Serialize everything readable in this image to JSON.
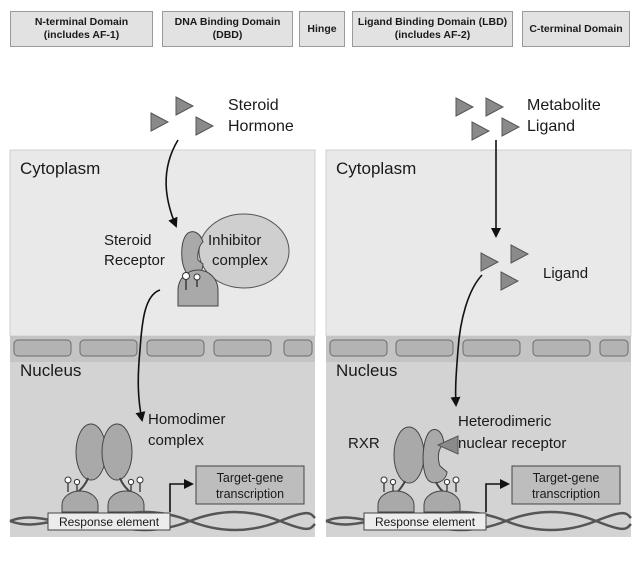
{
  "domains": [
    "N-terminal Domain\n(includes AF-1)",
    "DNA Binding Domain\n(DBD)",
    "Hinge",
    "Ligand Binding Domain (LBD)\n(includes AF-2)",
    "C-terminal Domain"
  ],
  "left_panel": {
    "hormone_line1": "Steroid",
    "hormone_line2": "Hormone",
    "cytoplasm": "Cytoplasm",
    "receptor_line1": "Steroid",
    "receptor_line2": "Receptor",
    "inhibitor_line1": "Inhibitor",
    "inhibitor_line2": "complex",
    "nucleus": "Nucleus",
    "homodimer_line1": "Homodimer",
    "homodimer_line2": "complex",
    "target_line1": "Target-gene",
    "target_line2": "transcription",
    "response": "Response element"
  },
  "right_panel": {
    "metabolite_line1": "Metabolite",
    "metabolite_line2": "Ligand",
    "cytoplasm": "Cytoplasm",
    "ligand": "Ligand",
    "nucleus": "Nucleus",
    "rxr": "RXR",
    "hetero_line1": "Heterodimeric",
    "hetero_line2": "nuclear receptor",
    "target_line1": "Target-gene",
    "target_line2": "transcription",
    "response": "Response element"
  },
  "colors": {
    "cytoplasm_bg": "#e9e9e9",
    "nucleus_bg": "#d3d3d3",
    "receptor_fill": "#a9a9a9",
    "ligand_fill": "#8a8a8a"
  }
}
